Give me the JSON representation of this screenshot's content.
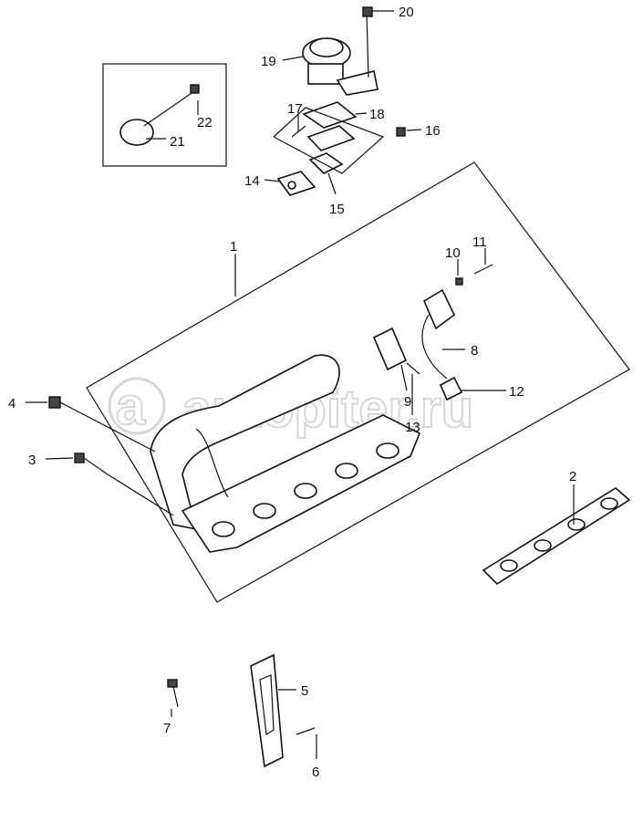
{
  "watermark": "autopiter.ru",
  "watermark_logo": "a",
  "callouts": [
    "1",
    "2",
    "3",
    "4",
    "5",
    "6",
    "7",
    "8",
    "9",
    "10",
    "11",
    "12",
    "13",
    "14",
    "15",
    "16",
    "17",
    "18",
    "19",
    "20",
    "21",
    "22"
  ]
}
